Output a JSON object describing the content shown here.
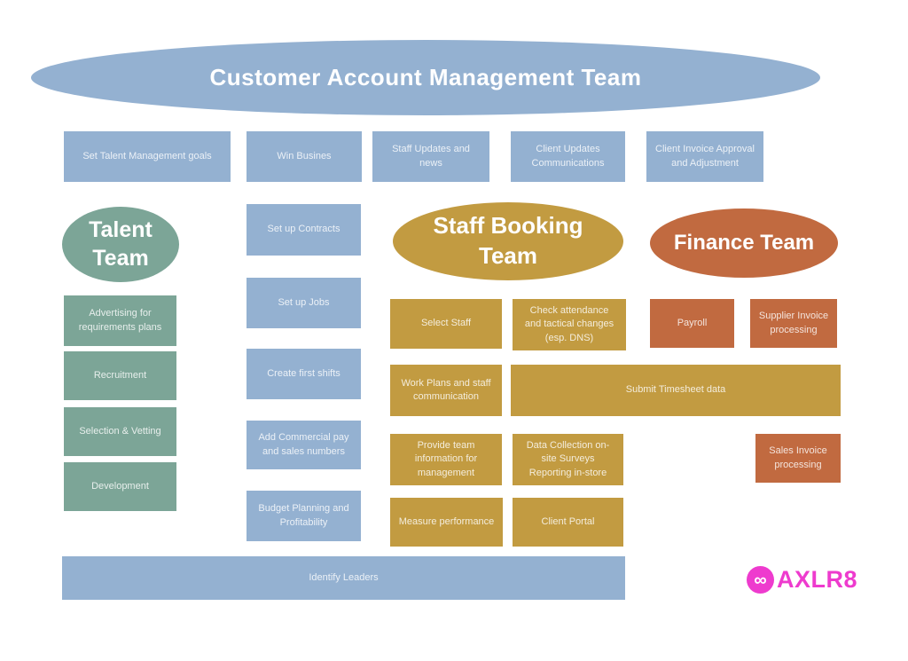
{
  "header": {
    "title": "Customer Account Management Team"
  },
  "colors": {
    "blue": "#94b1d1",
    "green": "#7ca597",
    "gold": "#c29b41",
    "orange": "#c16a40",
    "logo_pink": "#ee3bce"
  },
  "top_row": [
    {
      "label": "Set Talent Management goals"
    },
    {
      "label": "Win Busines"
    },
    {
      "label": "Staff Updates and news"
    },
    {
      "label": "Client Updates Communications"
    },
    {
      "label": "Client Invoice Approval and Adjustment"
    }
  ],
  "talent": {
    "title": "Talent Team",
    "items": [
      {
        "label": "Advertising for requirements plans"
      },
      {
        "label": "Recruitment"
      },
      {
        "label": "Selection & Vetting"
      },
      {
        "label": "Development"
      }
    ]
  },
  "pipeline": {
    "items": [
      {
        "label": "Set up Contracts"
      },
      {
        "label": "Set up Jobs"
      },
      {
        "label": "Create first shifts"
      },
      {
        "label": "Add Commercial pay and sales numbers"
      },
      {
        "label": "Budget Planning and Profitability"
      }
    ]
  },
  "staff_booking": {
    "title": "Staff Booking Team",
    "items": [
      {
        "label": "Select Staff"
      },
      {
        "label": "Check attendance and tactical changes (esp. DNS)"
      },
      {
        "label": "Work Plans and staff communication"
      },
      {
        "label": "Submit Timesheet data"
      },
      {
        "label": "Provide team information for management"
      },
      {
        "label": "Data Collection on-site Surveys Reporting in-store"
      },
      {
        "label": "Measure performance"
      },
      {
        "label": "Client Portal"
      }
    ]
  },
  "finance": {
    "title": "Finance Team",
    "items": [
      {
        "label": "Payroll"
      },
      {
        "label": "Supplier Invoice processing"
      },
      {
        "label": "Sales Invoice processing"
      }
    ]
  },
  "footer": {
    "label": "Identify Leaders"
  },
  "logo": {
    "text": "AXLR8",
    "symbol": "∞"
  }
}
